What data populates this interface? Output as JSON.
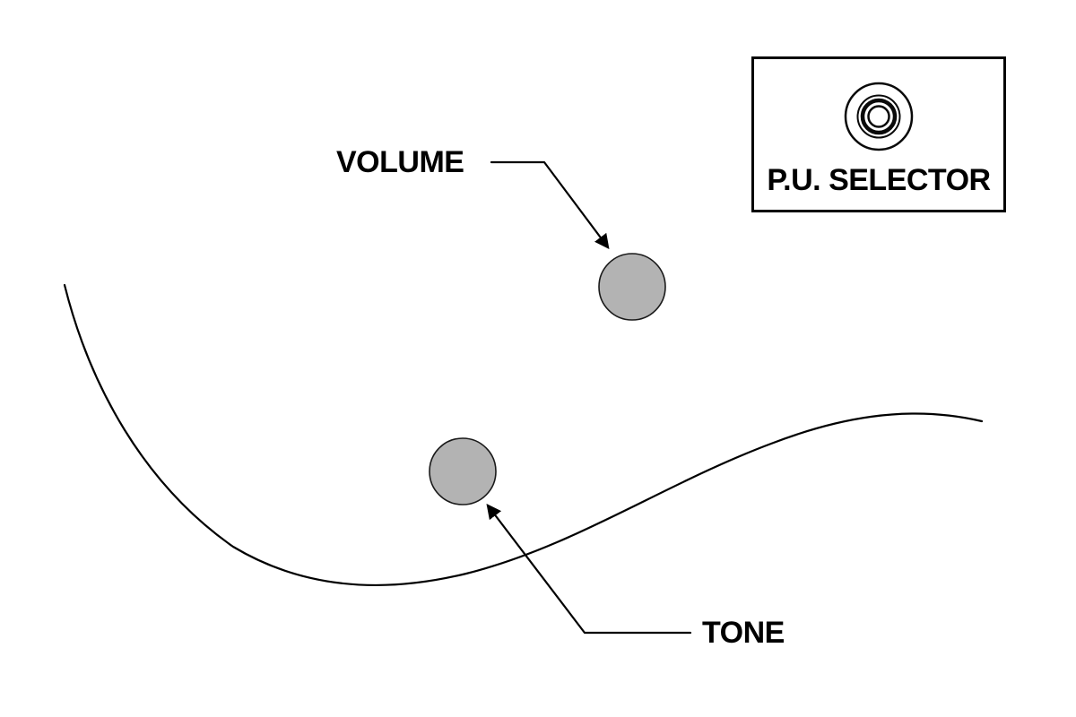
{
  "labels": {
    "volume": "VOLUME",
    "tone": "TONE",
    "pu_selector": "P.U. SELECTOR"
  },
  "colors": {
    "knob_fill": "#b3b3b3",
    "knob_stroke": "#1a1a1a",
    "line": "#000000",
    "background": "#ffffff"
  },
  "icons": {
    "pickup_selector": "concentric-circles-knob-icon",
    "volume_pointer": "arrow-down-right-icon",
    "tone_pointer": "arrow-up-left-icon"
  },
  "diagram": {
    "type": "guitar-controls-diagram",
    "parts": [
      {
        "name": "volume-knob",
        "label": "VOLUME"
      },
      {
        "name": "tone-knob",
        "label": "TONE"
      },
      {
        "name": "pickup-selector",
        "label": "P.U. SELECTOR"
      }
    ]
  }
}
